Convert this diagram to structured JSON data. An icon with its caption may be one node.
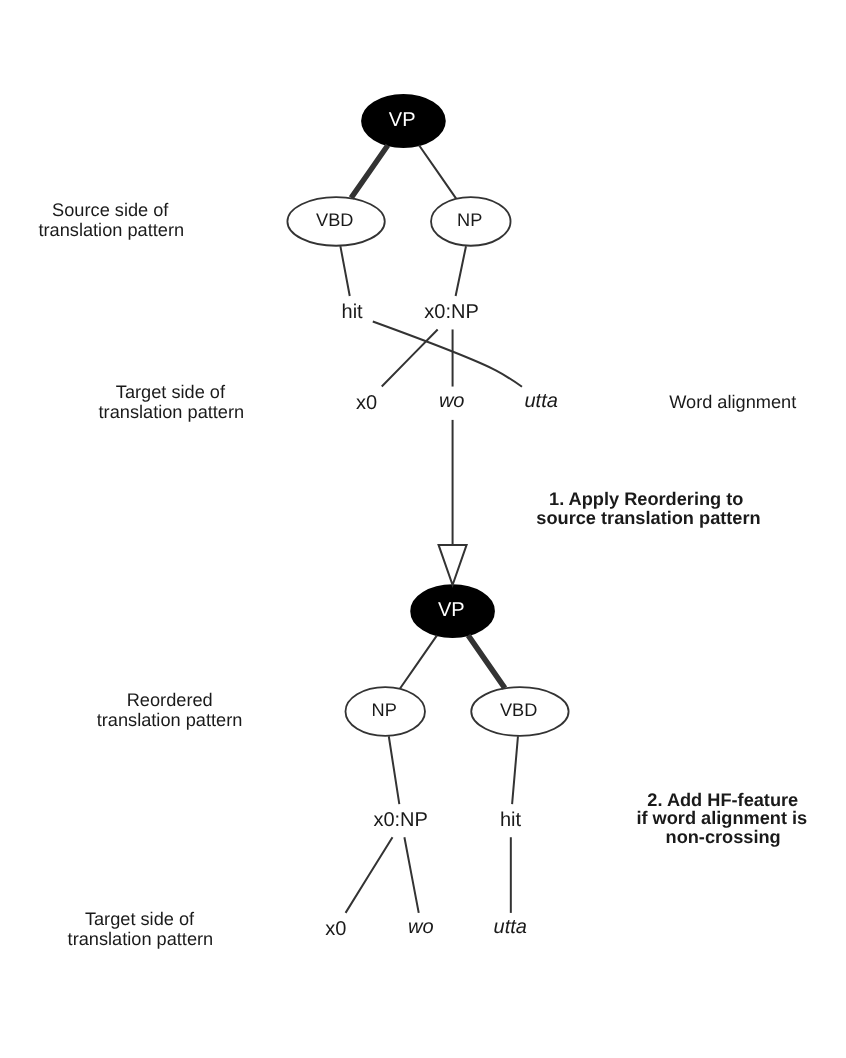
{
  "diagram": {
    "nodes": [
      {
        "text": [
          "VP"
        ]
      },
      {
        "text": [
          "VBD"
        ]
      },
      {
        "text": [
          "NP"
        ]
      },
      {
        "text": [
          "hit"
        ]
      },
      {
        "text": [
          "x0:NP"
        ]
      },
      {
        "text": [
          "x0"
        ]
      },
      {
        "text": [
          "wo"
        ]
      },
      {
        "text": [
          "utta"
        ]
      },
      {
        "text": [
          "VP"
        ]
      },
      {
        "text": [
          "NP"
        ]
      },
      {
        "text": [
          "VBD"
        ]
      },
      {
        "text": [
          "x0:NP"
        ]
      },
      {
        "text": [
          "hit"
        ]
      },
      {
        "text": [
          "x0"
        ]
      },
      {
        "text": [
          "wo"
        ]
      },
      {
        "text": [
          "utta"
        ]
      }
    ],
    "edges": [
      {
        "from": 0,
        "to": 1,
        "arrow": "none",
        "style": "thick"
      },
      {
        "from": 0,
        "to": 2,
        "arrow": "none"
      },
      {
        "from": 1,
        "to": 3,
        "arrow": "none"
      },
      {
        "from": 2,
        "to": 4,
        "arrow": "none"
      },
      {
        "from": 3,
        "to": 7,
        "arrow": "none"
      },
      {
        "from": 4,
        "to": 5,
        "arrow": "none"
      },
      {
        "from": 4,
        "to": 6,
        "arrow": "none"
      },
      {
        "from": 6,
        "to": 8,
        "arrow": "to"
      },
      {
        "from": 8,
        "to": 9,
        "arrow": "none"
      },
      {
        "from": 8,
        "to": 10,
        "arrow": "none",
        "style": "thick"
      },
      {
        "from": 9,
        "to": 11,
        "arrow": "none"
      },
      {
        "from": 10,
        "to": 12,
        "arrow": "none"
      },
      {
        "from": 11,
        "to": 13,
        "arrow": "none"
      },
      {
        "from": 11,
        "to": 14,
        "arrow": "none"
      },
      {
        "from": 12,
        "to": 15,
        "arrow": "none"
      }
    ],
    "labels": [
      "Source side of translation pattern",
      "Word alignment",
      "Target side of translation pattern",
      "1. Apply Reordering to source translation pattern",
      "Reordered translation pattern",
      "2. Add HF-feature if word alignment is non-crossing",
      "Target side of translation pattern"
    ]
  }
}
